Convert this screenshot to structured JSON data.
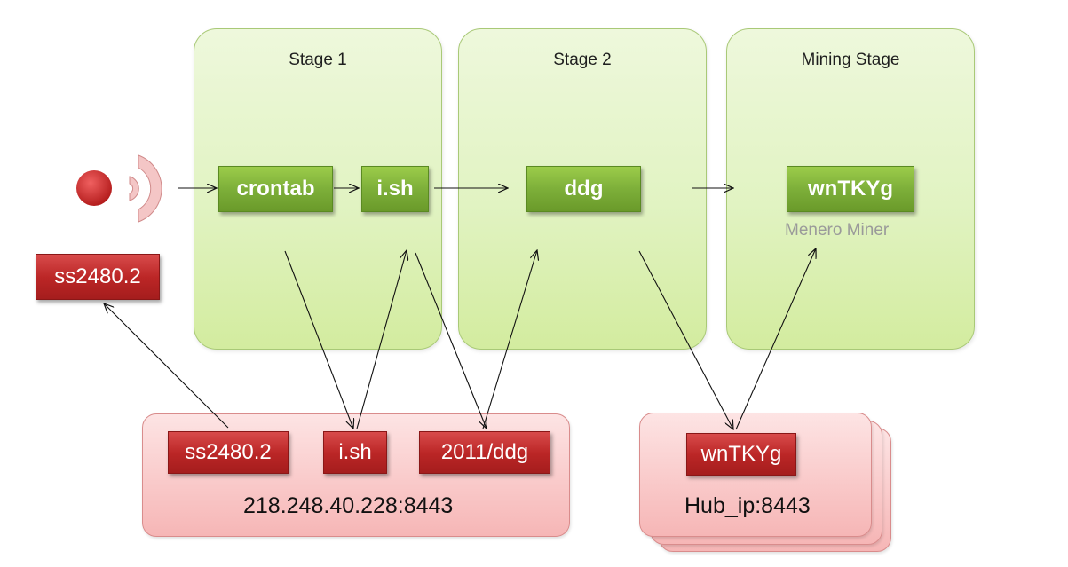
{
  "stages": {
    "stage1": {
      "title": "Stage 1"
    },
    "stage2": {
      "title": "Stage 2"
    },
    "mining": {
      "title": "Mining Stage"
    }
  },
  "nodes": {
    "crontab": "crontab",
    "ish": "i.sh",
    "ddg": "ddg",
    "wntkyg": "wnTKYg",
    "wntkyg_caption": "Menero Miner",
    "ss_left": "ss2480.2"
  },
  "servers": {
    "c2": {
      "address": "218.248.40.228:8443",
      "files": [
        "ss2480.2",
        "i.sh",
        "2011/ddg"
      ]
    },
    "hub": {
      "address": "Hub_ip:8443",
      "files": [
        "wnTKYg"
      ]
    }
  },
  "icons": {
    "signal": "wireless-signal-icon"
  },
  "colors": {
    "stage_fill": "#e1f3c2",
    "stage_border": "#a9c977",
    "green_node": "#7eb03a",
    "red_node": "#bb2626",
    "server_fill": "#f9c8c8",
    "signal_dot": "#cc2020"
  }
}
